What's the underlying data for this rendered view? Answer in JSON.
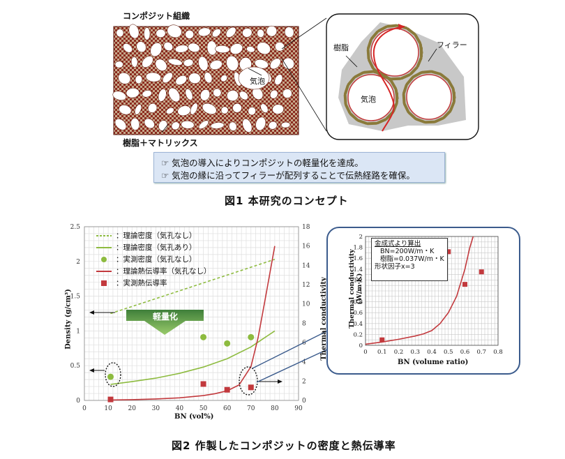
{
  "fig1": {
    "composite_title": "コンポジット組織",
    "bubble_label_left": "気泡",
    "bubble_label_right": "気泡",
    "matrix_label": "樹脂＋マトリックス",
    "resin_label": "樹脂",
    "filler_label": "フィラー",
    "notes": [
      "☞ 気泡の導入によりコンポジットの軽量化を達成。",
      "☞ 気泡の縁に沿ってフィラーが配列することで伝熱経路を確保。"
    ],
    "caption": "図1 本研究のコンセプト"
  },
  "fig2": {
    "caption": "図2 作製したコンポジットの密度と熱伝導率",
    "arrow_label": "軽量化",
    "legend": [
      {
        "label": "：理論密度（気孔なし）",
        "style": "dashed-green"
      },
      {
        "label": "：理論密度（気孔あり）",
        "style": "line-green"
      },
      {
        "label": "：実測密度（気孔なし）",
        "style": "dot-green"
      },
      {
        "label": "：理論熱伝導率（気孔なし）",
        "style": "line-red"
      },
      {
        "label": "：実測熱伝導率",
        "style": "square-red"
      }
    ],
    "colors": {
      "green": "#8dbb3f",
      "red": "#c2393d"
    }
  },
  "chart_data": [
    {
      "type": "line",
      "xlabel": "BN (vol%)",
      "ylabel": "Density (g/cm³)",
      "y2label": "Thermal conductivity (W/m/K)",
      "xlim": [
        0,
        90
      ],
      "ylim": [
        0,
        2.5
      ],
      "y2lim": [
        0,
        18
      ],
      "xticks": [
        "0",
        "10",
        "20",
        "30",
        "40",
        "50",
        "60",
        "70",
        "80",
        "90"
      ],
      "yticks": [
        "0",
        "0.5",
        "1",
        "1.5",
        "2",
        "2.5"
      ],
      "y2ticks": [
        "0",
        "2",
        "4",
        "6",
        "8",
        "10",
        "12",
        "14",
        "16",
        "18"
      ],
      "grid": true,
      "series": [
        {
          "name": "理論密度（気孔なし）",
          "axis": "left",
          "style": "dashed",
          "x": [
            11,
            80
          ],
          "y": [
            1.25,
            2.03
          ]
        },
        {
          "name": "理論密度（気孔あり）",
          "axis": "left",
          "style": "line",
          "x": [
            11,
            20,
            30,
            40,
            50,
            60,
            70,
            80
          ],
          "y": [
            0.23,
            0.27,
            0.32,
            0.39,
            0.48,
            0.6,
            0.77,
            1.0
          ]
        },
        {
          "name": "実測密度（気孔なし）",
          "axis": "left",
          "style": "dot",
          "x": [
            11,
            50,
            60,
            70
          ],
          "y": [
            0.34,
            0.91,
            0.82,
            0.91
          ]
        },
        {
          "name": "理論熱伝導率（気孔なし）",
          "axis": "right",
          "style": "line",
          "x": [
            11,
            20,
            30,
            40,
            50,
            55,
            60,
            65,
            70,
            73,
            76,
            80
          ],
          "y": [
            0.04,
            0.08,
            0.15,
            0.27,
            0.5,
            0.7,
            1.0,
            1.6,
            3.5,
            6.5,
            10.5,
            16.0
          ]
        },
        {
          "name": "実測熱伝導率",
          "axis": "right",
          "style": "square",
          "x": [
            11,
            50,
            60,
            70
          ],
          "y": [
            0.1,
            1.7,
            1.1,
            1.35
          ]
        }
      ]
    },
    {
      "type": "line",
      "xlabel": "BN (volume ratio)",
      "ylabel": "Thermal conductivity (W/m·K)",
      "xlim": [
        0,
        0.8
      ],
      "ylim": [
        0,
        2
      ],
      "xticks": [
        "0",
        "0.1",
        "0.2",
        "0.3",
        "0.4",
        "0.5",
        "0.6",
        "0.7",
        "0.8"
      ],
      "yticks": [
        "0",
        "0.2",
        "0.4",
        "0.6",
        "0.8",
        "1",
        "1.2",
        "1.4",
        "1.6",
        "1.8",
        "2"
      ],
      "grid": true,
      "annotation": [
        "金成式より算出",
        "BN=200W/m・K",
        "樹脂=0.037W/m・K",
        "形状因子x=3"
      ],
      "series": [
        {
          "name": "理論熱伝導率",
          "style": "line",
          "x": [
            0,
            0.1,
            0.2,
            0.3,
            0.35,
            0.4,
            0.45,
            0.5,
            0.55,
            0.6,
            0.63,
            0.65
          ],
          "y": [
            0.02,
            0.06,
            0.11,
            0.17,
            0.21,
            0.27,
            0.4,
            0.6,
            0.9,
            1.4,
            1.8,
            2.0
          ]
        },
        {
          "name": "実測熱伝導率",
          "style": "square",
          "x": [
            0.1,
            0.5,
            0.6,
            0.7
          ],
          "y": [
            0.1,
            1.72,
            1.12,
            1.35
          ]
        }
      ]
    }
  ]
}
